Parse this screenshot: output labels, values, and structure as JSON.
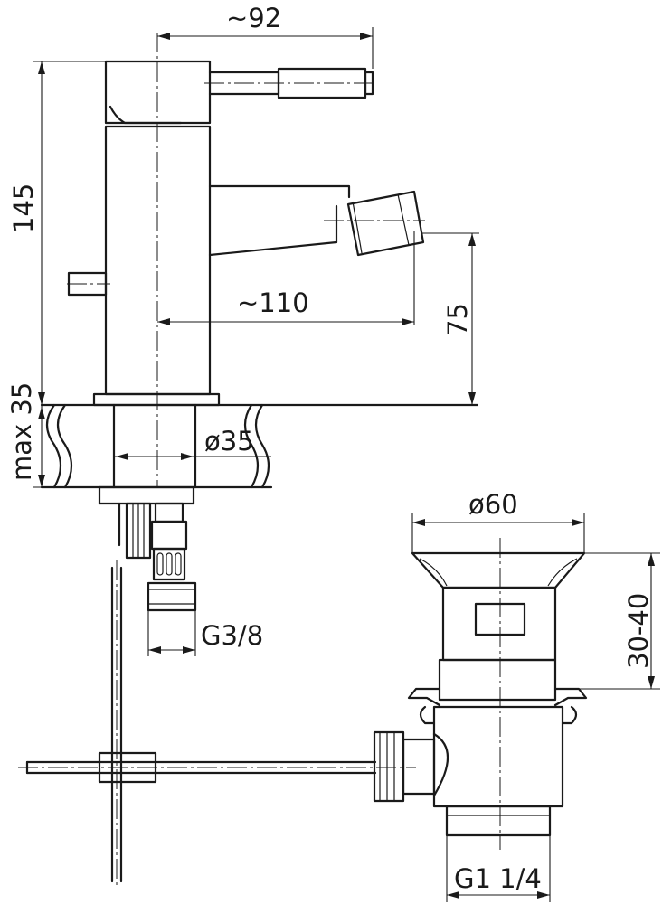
{
  "dimensions": {
    "spout_reach": "~92",
    "body_height": "145",
    "nozzle_reach": "~110",
    "nozzle_height": "75",
    "max_deck_thickness": "max 35",
    "mounting_hole": "ø35",
    "connection_thread": "G3/8",
    "waste_flange": "ø60",
    "waste_adjust": "30-40",
    "waste_thread": "G1 1/4"
  }
}
